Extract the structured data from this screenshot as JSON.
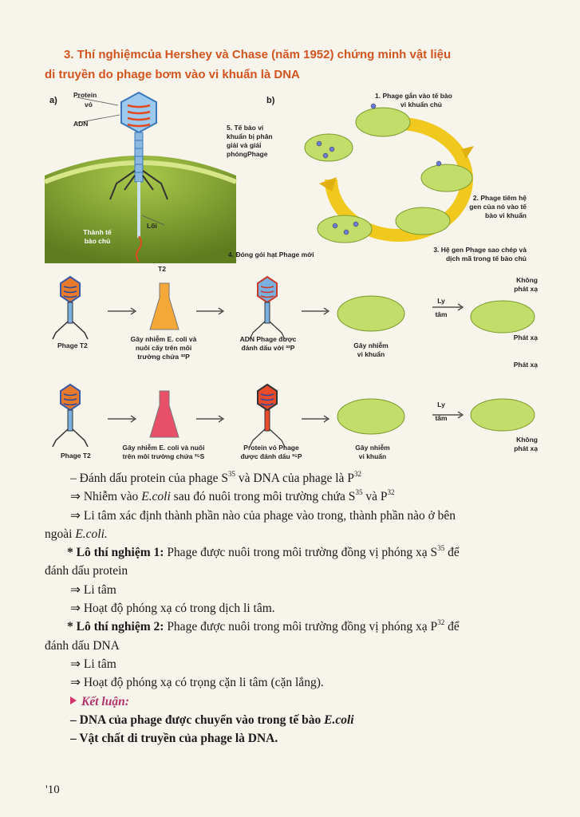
{
  "heading": {
    "line1": "3. Thí nghiệmcủa Hershey và Chase (năm 1952) chứng minh vật liệu",
    "line2": "di truyền do phage bơm vào vi khuẩn là DNA"
  },
  "figure_a": {
    "panel_label": "a)",
    "protein_label": "Protein",
    "protein_label2": "vỏ",
    "adn_label": "ADN",
    "loi_label": "Lõi",
    "host_label1": "Thành tế",
    "host_label2": "bào chủ",
    "phage_name": "T2"
  },
  "figure_b": {
    "panel_label": "b)",
    "step1a": "1.  Phage gắn vào tế bào",
    "step1b": "vi khuẩn chủ",
    "step2a": "2.  Phage tiêm hệ",
    "step2b": "gen của nó vào tế",
    "step2c": "bào vi khuẩn",
    "step3a": "3. Hệ gen Phage  sao chép và",
    "step3b": "dịch mã trong tế bào chủ",
    "step4": "4. Đóng gói hạt Phage mới",
    "step5a": "5. Tế bào vi",
    "step5b": "khuẩn bị phân",
    "step5c": "giải và giải",
    "step5d": "phóngPhage"
  },
  "row1": {
    "phage": "Phage T2",
    "flask1": "Gây nhiễm E. coli và",
    "flask2": "nuôi cấy trên môi",
    "flask3": "trường chứa ³²P",
    "labeled1": "ADN Phage  được",
    "labeled2": "đánh dấu với ³²P",
    "infect1": "Gây nhiễm",
    "infect2": "vi khuẩn",
    "centrifuge1": "Ly",
    "centrifuge2": "tâm",
    "no_rad1": "Không",
    "no_rad2": "phát xạ",
    "rad": "Phát xạ"
  },
  "row2": {
    "phage": "Phage T2",
    "flask1": "Gây nhiễm E. coli và nuôi",
    "flask2": "trên môi trường chứa ³⁵S",
    "labeled1": "Protein vỏ Phage",
    "labeled2": "được đánh dấu ³⁵P",
    "infect1": "Gây nhiễm",
    "infect2": "vi khuẩn",
    "centrifuge1": "Ly",
    "centrifuge2": "tâm",
    "rad": "Phát xạ",
    "no_rad1": "Không",
    "no_rad2": "phát xạ"
  },
  "body": {
    "l1_pre": "– Đánh dấu protein của phage S",
    "l1_sup1": "35",
    "l1_mid": " và DNA của phage là P",
    "l1_sup2": "32",
    "l2_pre": "⇒ Nhiễm vào ",
    "l2_ecoli": "E.coli",
    "l2_mid": " sau đó nuôi trong môi trường chứa S",
    "l2_sup1": "35",
    "l2_and": " và P",
    "l2_sup2": "32",
    "l3": "⇒ Li tâm xác định thành phần nào của phage vào trong, thành phần nào ở bên",
    "l3b_pre": "ngoài ",
    "l3b_ecoli": "E.coli.",
    "exp1_label": "* Lô thí nghiệm 1:",
    "exp1_text": " Phage được nuôi trong môi trường đồng vị phóng xạ S",
    "exp1_sup": "35",
    "exp1_end": " để",
    "exp1_line2": "đánh dấu protein",
    "l_litam1": "⇒ Li tâm",
    "l_hoat1": "⇒ Hoạt độ phóng  xạ có trong dịch li tâm.",
    "exp2_label": "* Lô thí nghiệm 2:",
    "exp2_text": " Phage được nuôi trong môi trường đồng vị phóng xạ P",
    "exp2_sup": "32",
    "exp2_end": " để",
    "exp2_line2": "đánh dấu DNA",
    "l_litam2": "⇒ Li tâm",
    "l_hoat2": "⇒ Hoạt độ phóng  xạ có trọng cặn li tâm (cặn lắng).",
    "conclusion": "Kết luận:",
    "c1_pre": "– DNA của phage được chuyển vào trong tế bào ",
    "c1_ecoli": "E.coli",
    "c2": "– Vật chất di truyền của phage là DNA."
  },
  "page_number": "'10"
}
